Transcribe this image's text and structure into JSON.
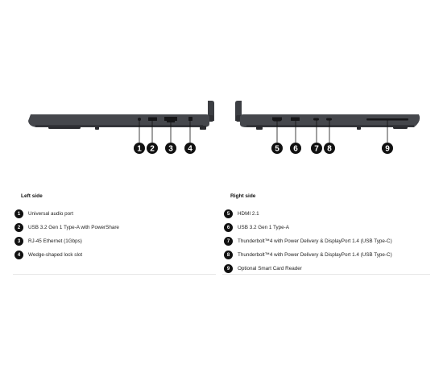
{
  "left_side": {
    "title": "Left side",
    "items": [
      {
        "num": "1",
        "label": "Universal audio port"
      },
      {
        "num": "2",
        "label": "USB 3.2 Gen 1 Type-A with PowerShare"
      },
      {
        "num": "3",
        "label": "RJ-45 Ethernet (1Gbps)"
      },
      {
        "num": "4",
        "label": "Wedge-shaped lock slot"
      }
    ]
  },
  "right_side": {
    "title": "Right side",
    "items": [
      {
        "num": "5",
        "label": "HDMI 2.1"
      },
      {
        "num": "6",
        "label": "USB 3.2 Gen 1 Type-A"
      },
      {
        "num": "7",
        "label": "Thunderbolt™4 with Power Delivery & DisplayPort 1.4 (USB Type-C)"
      },
      {
        "num": "8",
        "label": "Thunderbolt™4 with Power Delivery & DisplayPort 1.4 (USB Type-C)"
      },
      {
        "num": "9",
        "label": "Optional Smart Card Reader"
      }
    ]
  },
  "colors": {
    "chassis": "#45474c",
    "chassis_dark": "#2f3034",
    "port": "#161618",
    "callout": "#111111"
  }
}
